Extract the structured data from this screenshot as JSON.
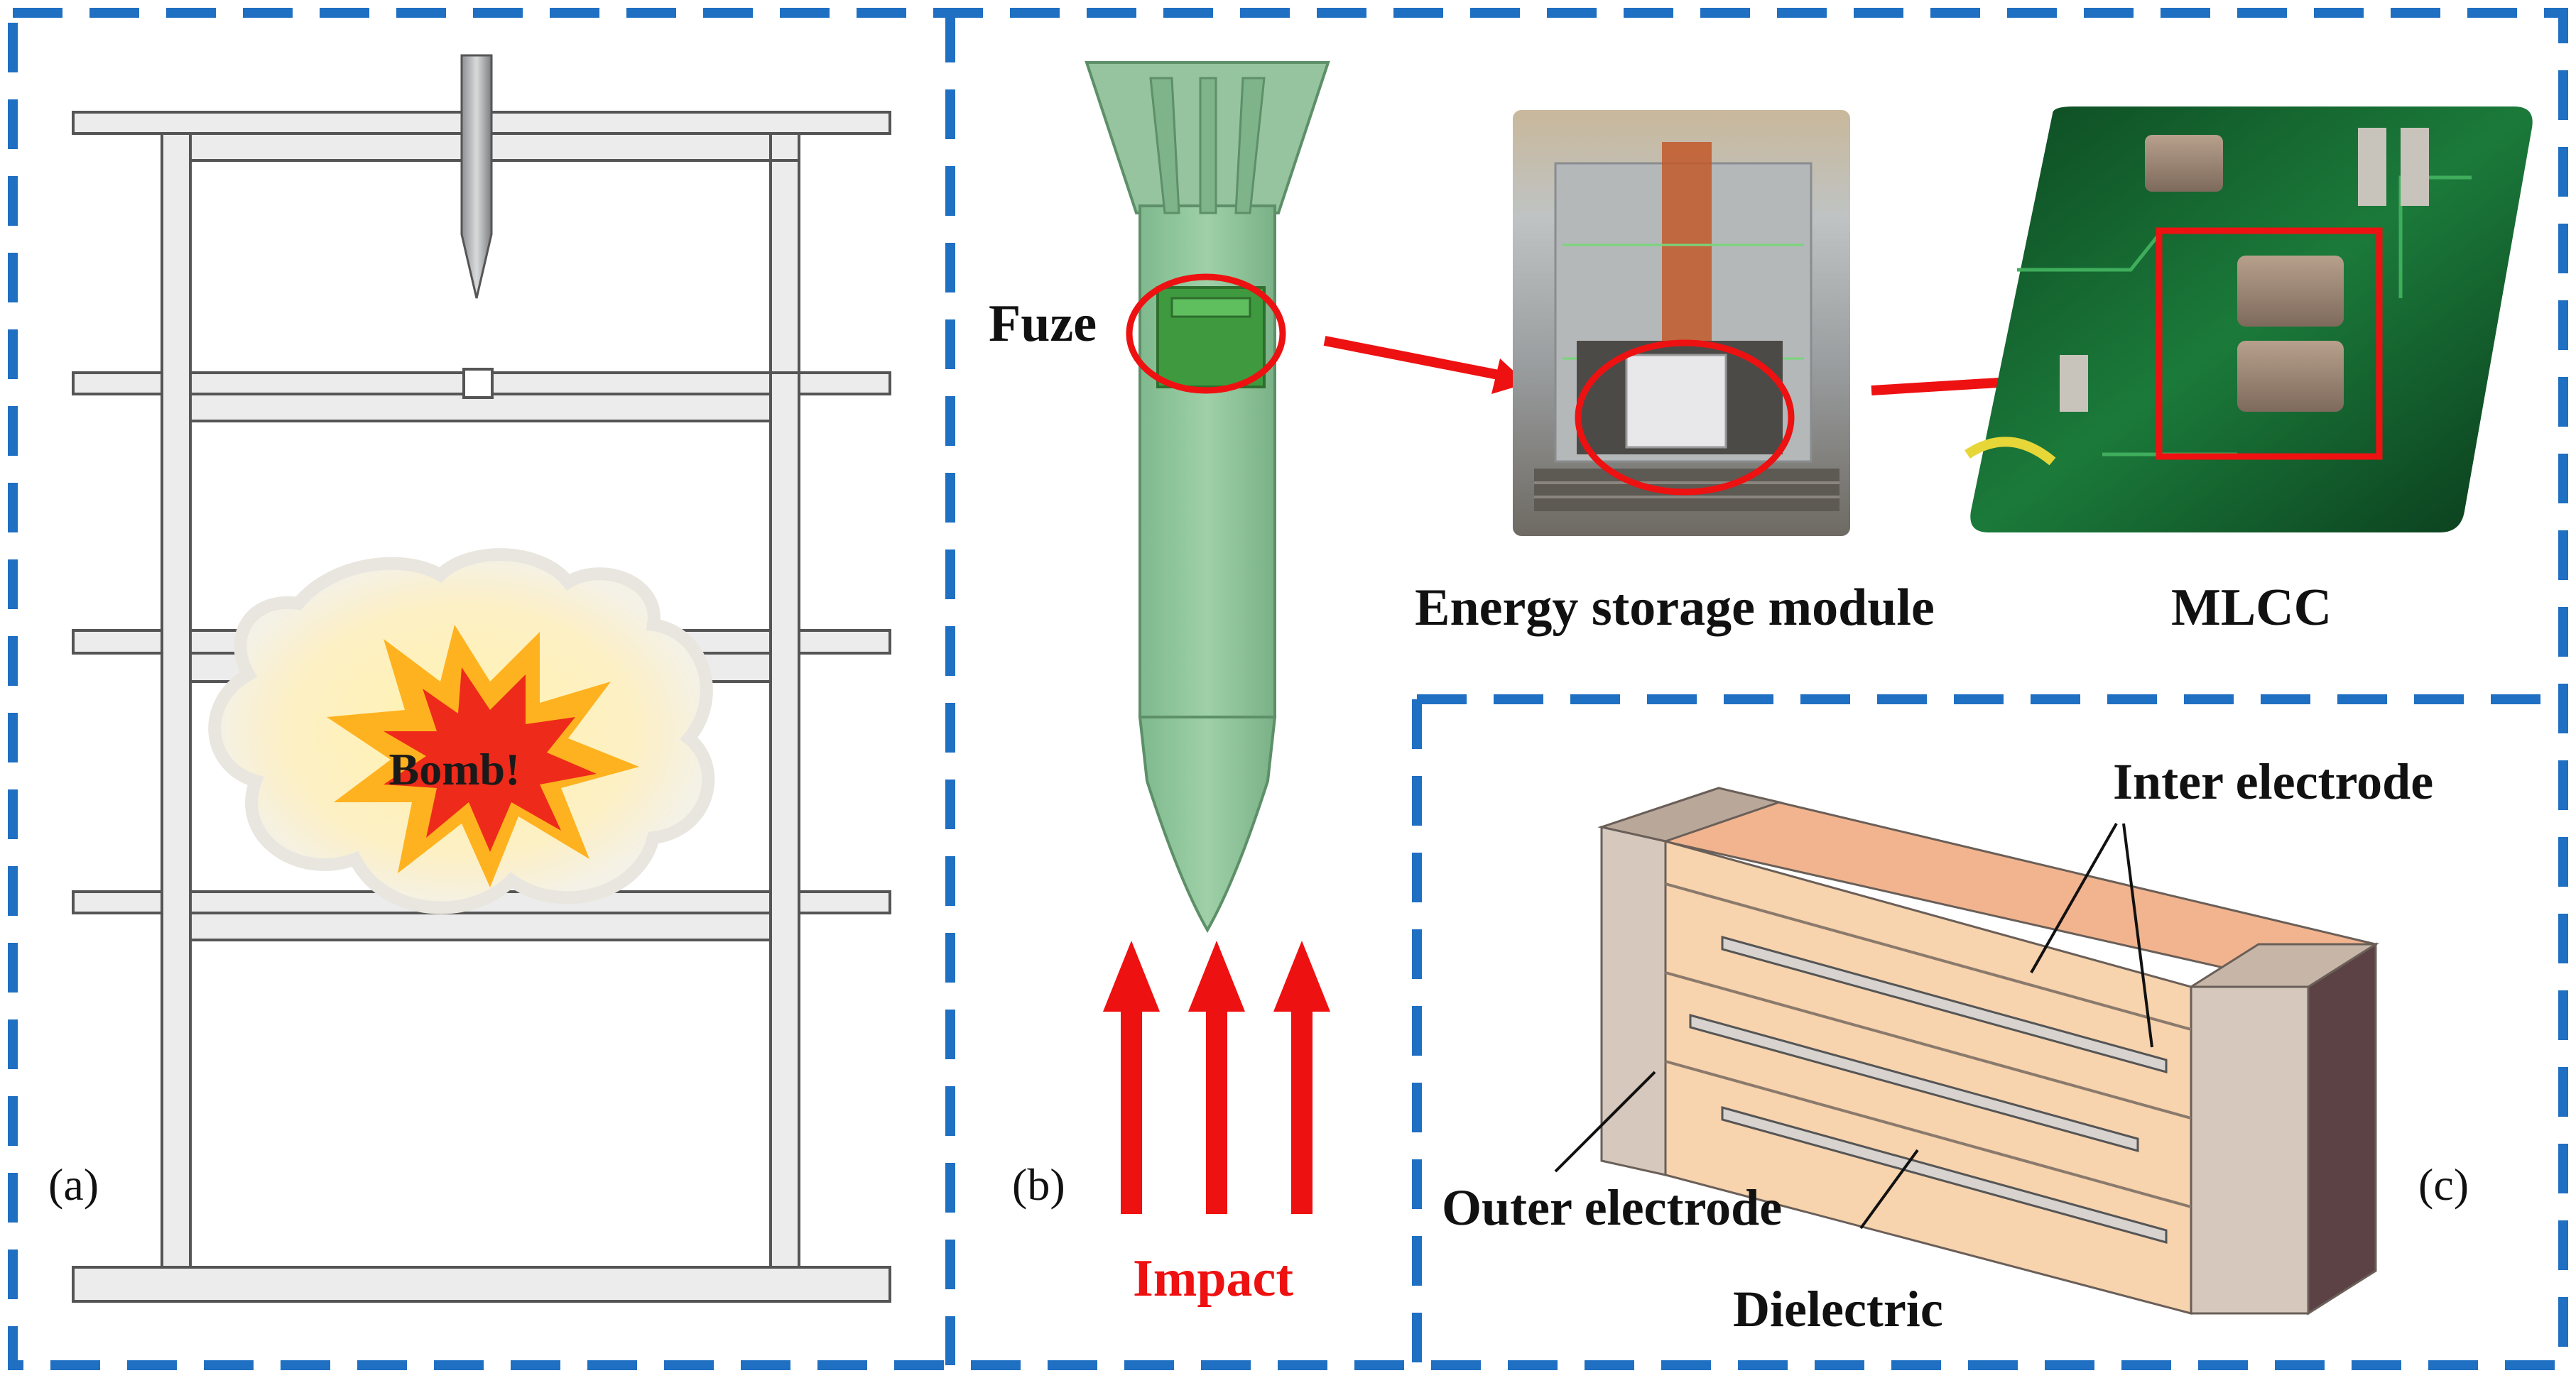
{
  "panels": {
    "a": {
      "letter": "(a)",
      "bomb_text": "Bomb!"
    },
    "b": {
      "letter": "(b)",
      "fuze_label": "Fuze",
      "energy_label": "Energy storage module",
      "mlcc_label": "MLCC",
      "impact_label": "Impact"
    },
    "c": {
      "letter": "(c)",
      "inter_electrode_label": "Inter electrode",
      "outer_electrode_label": "Outer electrode",
      "dielectric_label": "Dielectric"
    }
  },
  "colors": {
    "dashed_border": "#1f6fc2",
    "structure_fill": "#ececec",
    "structure_stroke": "#555555",
    "projectile_green": "#8ec59a",
    "highlight_red": "#ee1111",
    "capacitor_body": "#f7d3ae",
    "capacitor_top": "#f2b48f",
    "capacitor_end": "#d6c8bc",
    "capacitor_end_dark": "#5c4244"
  },
  "icons": [
    "explosion-icon",
    "arrow-icon",
    "pcb-photo",
    "fuze-photo"
  ]
}
